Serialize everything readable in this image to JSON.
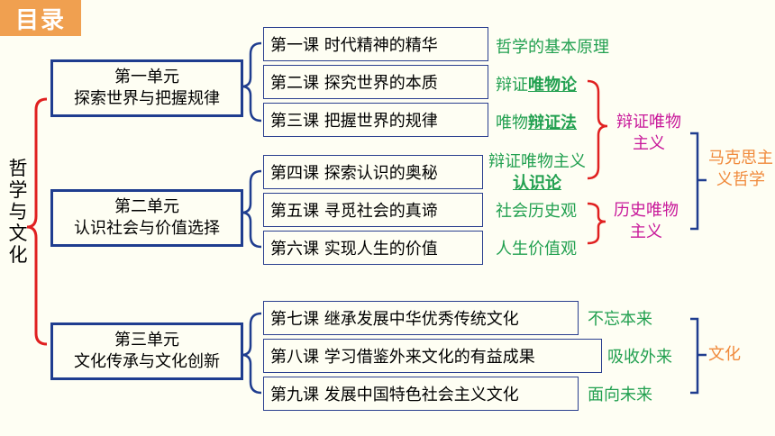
{
  "header": {
    "tag": "目录"
  },
  "subject": {
    "chars": [
      "哲",
      "学",
      "与",
      "文",
      "化"
    ]
  },
  "units": [
    {
      "title": "第一单元",
      "name": "探索世界与把握规律"
    },
    {
      "title": "第二单元",
      "name": "认识社会与价值选择"
    },
    {
      "title": "第三单元",
      "name": "文化传承与文化创新"
    }
  ],
  "lessons": [
    "第一课  时代精神的精华",
    "第二课  探究世界的本质",
    "第三课  把握世界的规律",
    "第四课  探索认识的奥秘",
    "第五课  寻觅社会的真谛",
    "第六课  实现人生的价值",
    "第七课  继承发展中华优秀传统文化",
    "第八课  学习借鉴外来文化的有益成果",
    "第九课  发展中国特色社会主义文化"
  ],
  "notes": {
    "n1": "哲学的基本原理",
    "n2_prefix": "辩证",
    "n2_emph": "唯物论",
    "n3_prefix": "唯物",
    "n3_emph": "辩证法",
    "n4_line1": "辩证唯物主义",
    "n4_emph": "认识论",
    "n5": "社会历史观",
    "n6": "人生价值观",
    "n7": "不忘本来",
    "n8": "吸收外来",
    "n9": "面向未来"
  },
  "groups": {
    "dialectical": "辩证唯物主义",
    "historical": "历史唯物主义",
    "marxist": "马克思主义哲学",
    "culture": "文化"
  },
  "colors": {
    "unit_border": "#1f3d8f",
    "red_brace": "#e02020",
    "green_text": "#22a050",
    "magenta_text": "#c8189a",
    "orange_text": "#f08a3c",
    "tag_bg": "#f0a050"
  }
}
